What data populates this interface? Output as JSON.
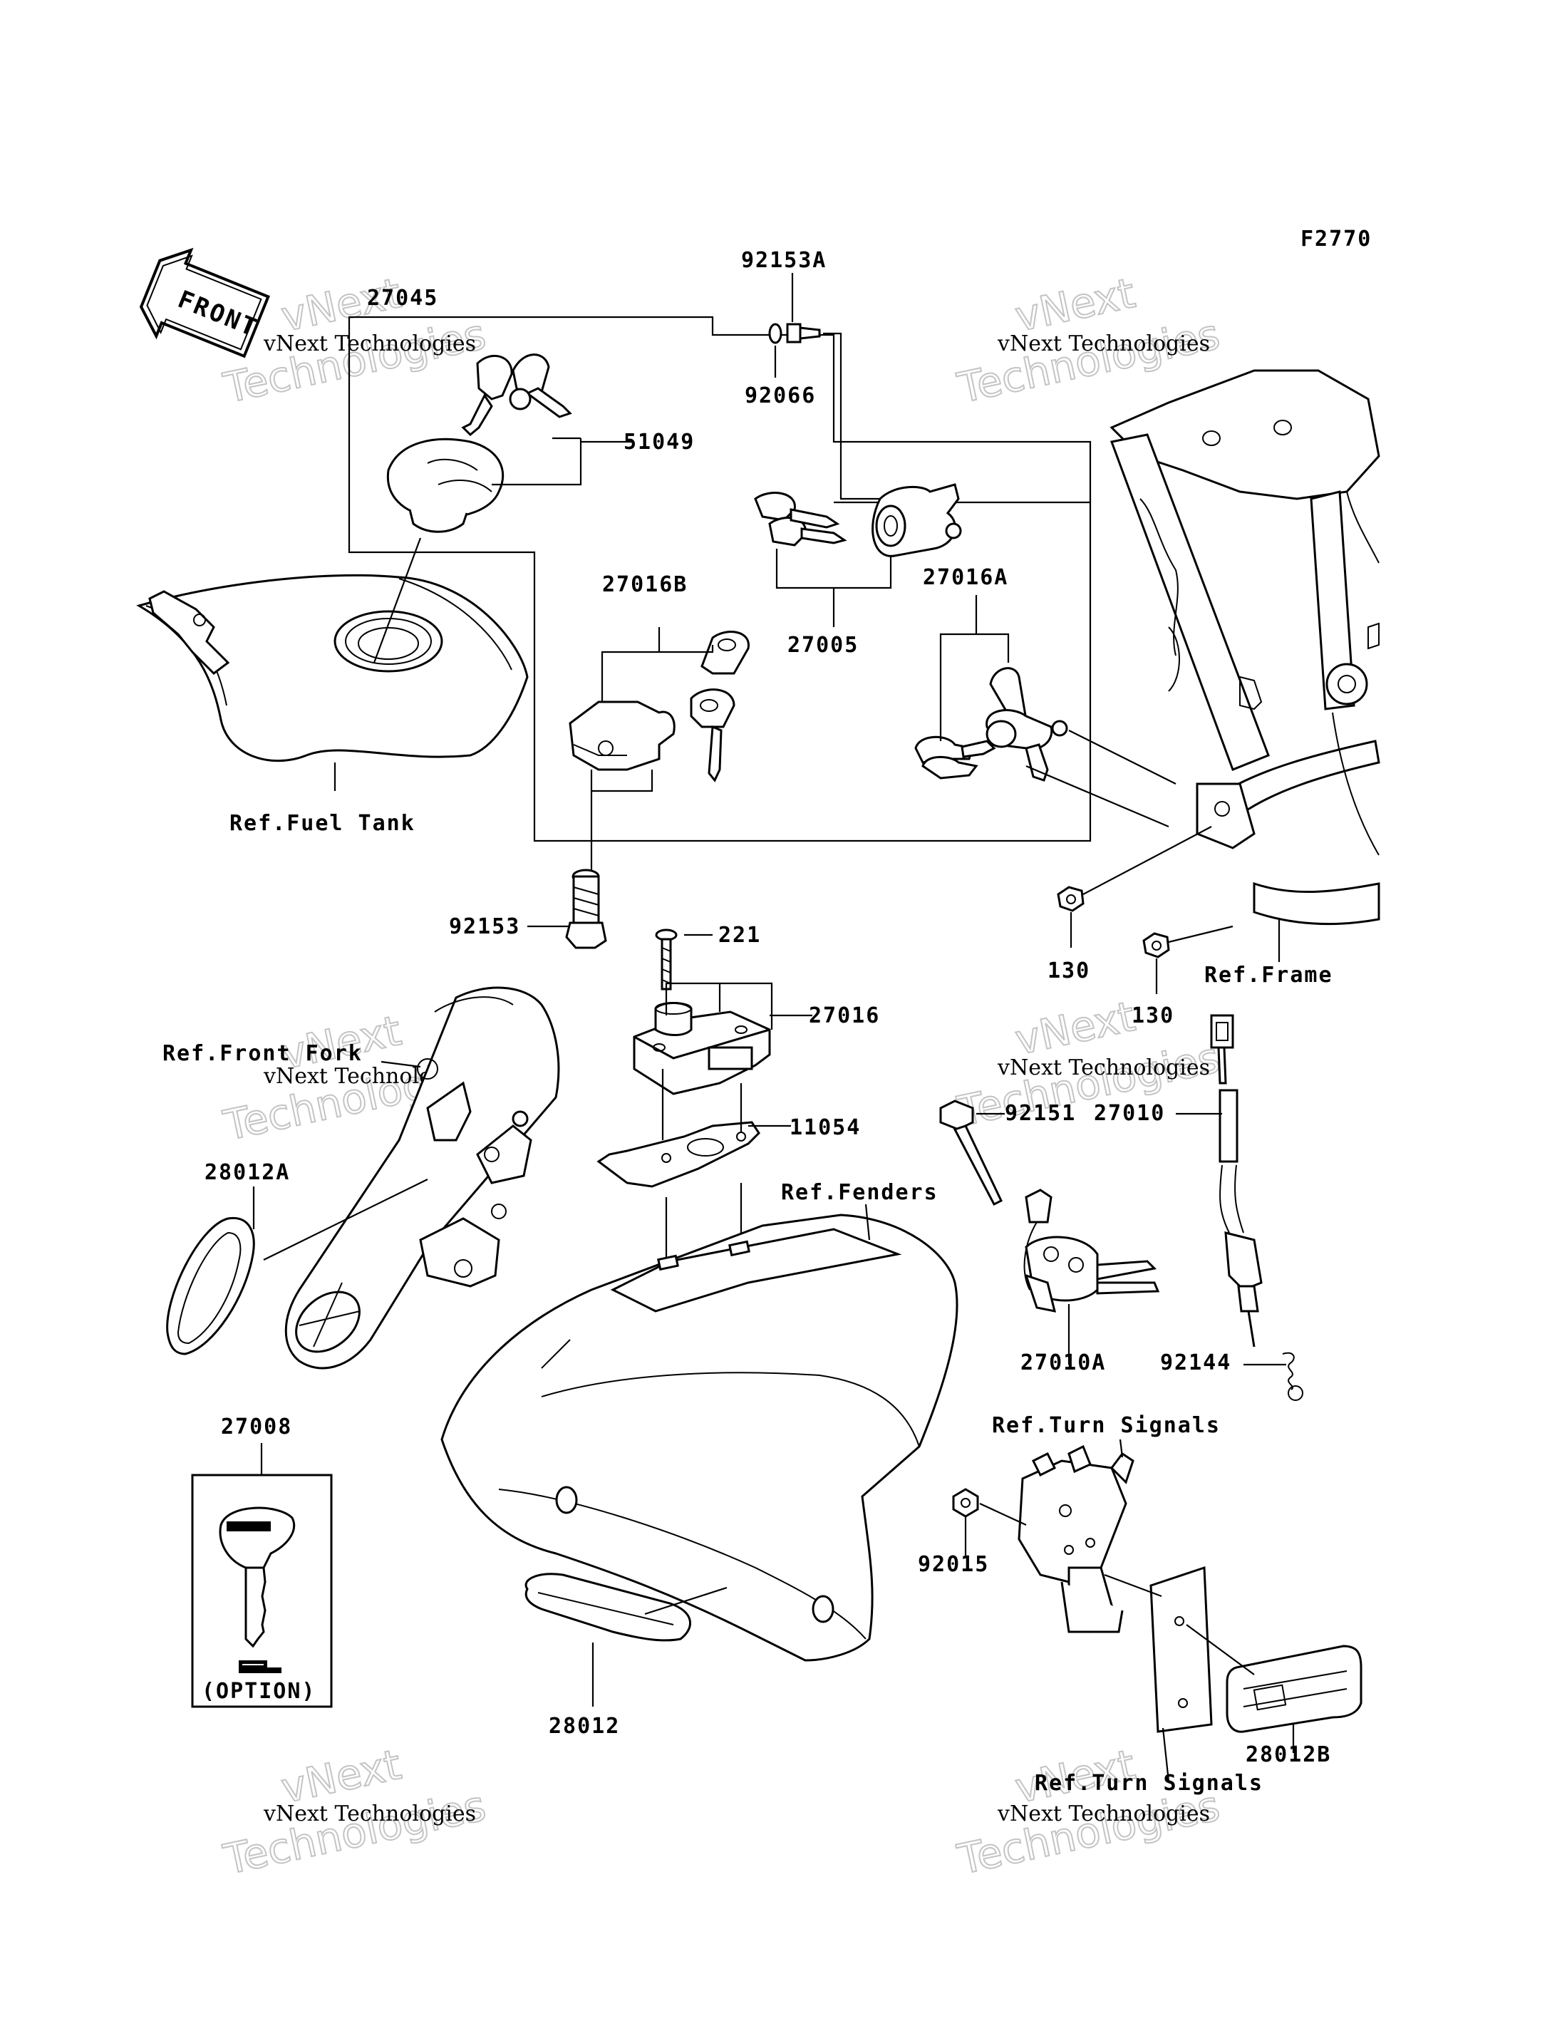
{
  "figure_code": "F2770",
  "front_arrow": "FRONT",
  "watermark": {
    "line1": "vNext Technologies",
    "ghost_a": "vNext",
    "ghost_b": "Technologies"
  },
  "labels": {
    "p27045": "27045",
    "p92153A": "92153A",
    "p92066": "92066",
    "p51049": "51049",
    "p27016B": "27016B",
    "p27005": "27005",
    "p27016A": "27016A",
    "ref_fuel_tank": "Ref.Fuel Tank",
    "p92153": "92153",
    "p221": "221",
    "p130a": "130",
    "p130b": "130",
    "ref_frame": "Ref.Frame",
    "p27016": "27016",
    "ref_front_fork": "Ref.Front Fork",
    "p92151": "92151",
    "p27010": "27010",
    "p11054": "11054",
    "p28012A": "28012A",
    "ref_fenders": "Ref.Fenders",
    "p27010A": "27010A",
    "p92144": "92144",
    "p27008": "27008",
    "ref_turn_signals_1": "Ref.Turn Signals",
    "p92015": "92015",
    "option": "(OPTION)",
    "p28012": "28012",
    "p28012B": "28012B",
    "ref_turn_signals_2": "Ref.Turn Signals"
  }
}
